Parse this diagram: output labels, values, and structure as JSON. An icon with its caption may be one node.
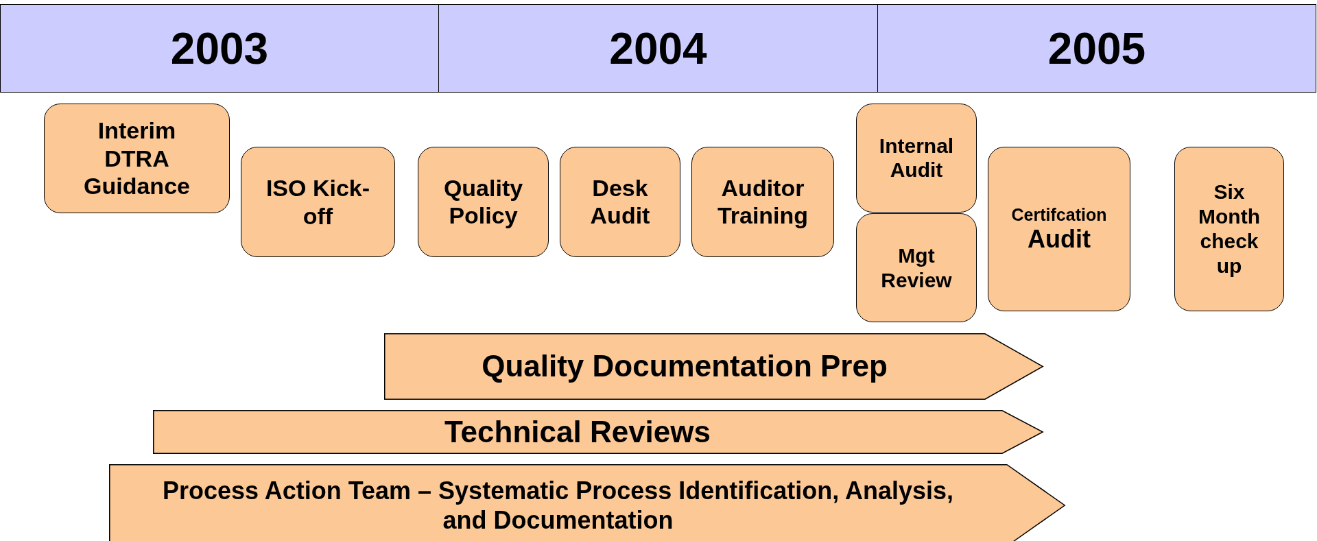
{
  "diagram": {
    "nodes": [
      {
        "text": [
          "2003"
        ]
      },
      {
        "text": [
          "2004"
        ]
      },
      {
        "text": [
          "2005"
        ]
      },
      {
        "text": [
          "Interim DTRA Guidance"
        ]
      },
      {
        "text": [
          "ISO Kick-off"
        ]
      },
      {
        "text": [
          "Quality Policy"
        ]
      },
      {
        "text": [
          "Desk Audit"
        ]
      },
      {
        "text": [
          "Auditor Training"
        ]
      },
      {
        "text": [
          "Internal Audit"
        ]
      },
      {
        "text": [
          "Mgt Review"
        ]
      },
      {
        "text": [
          "Certifcation",
          "Audit"
        ]
      },
      {
        "text": [
          "Six Month check up"
        ]
      },
      {
        "text": [
          "Quality Documentation Prep"
        ]
      },
      {
        "text": [
          "Technical Reviews"
        ]
      },
      {
        "text": [
          "Process Action Team – Systematic Process Identification, Analysis, and Documentation"
        ]
      }
    ]
  }
}
